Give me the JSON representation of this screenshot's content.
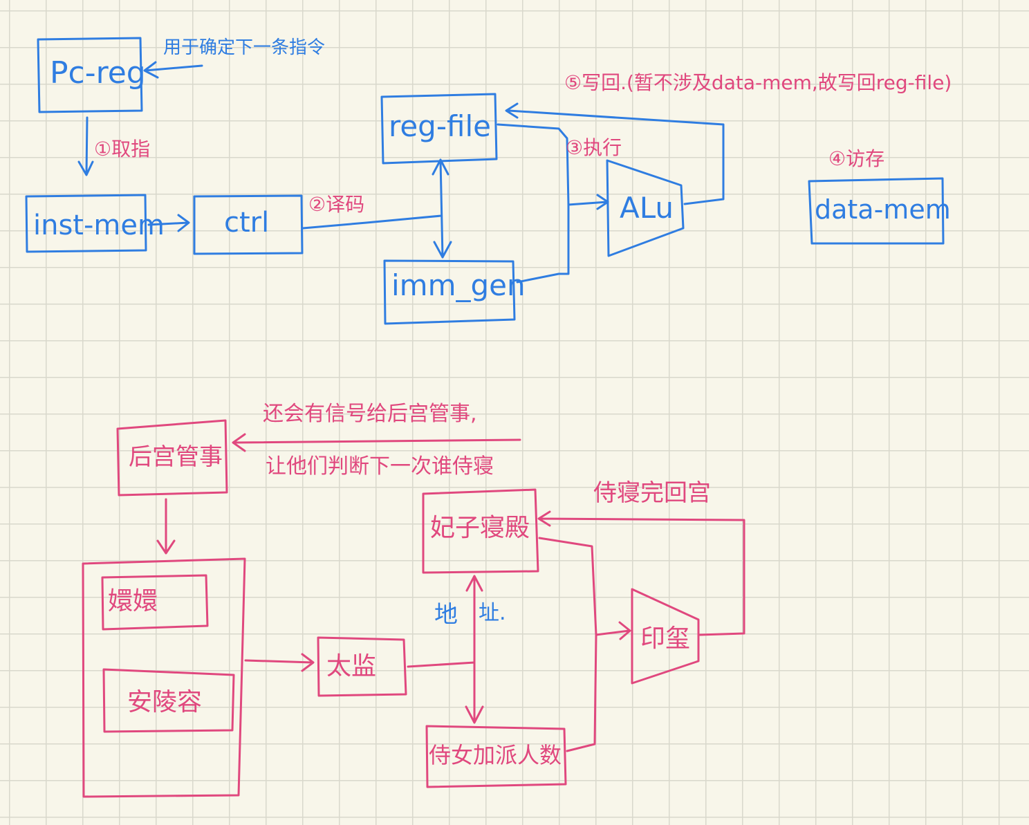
{
  "colors": {
    "blue": "#2f7de1",
    "pink": "#e0487e"
  },
  "top_diagram": {
    "nodes": {
      "pc_reg": "Pc-reg",
      "inst_mem": "inst-mem",
      "ctrl": "ctrl",
      "reg_file": "reg-file",
      "imm_gen": "imm_gen",
      "alu": "ALu",
      "data_mem": "data-mem"
    },
    "notes": {
      "pc_note": "用于确定下一条指令",
      "fetch": "①取指",
      "decode": "②译码",
      "execute": "③执行",
      "memory": "④访存",
      "writeback": "⑤写回.(暂不涉及data-mem,故写回reg-file)"
    }
  },
  "bottom_diagram": {
    "nodes": {
      "gov": "后宫管事",
      "consort_1": "嬛嬛",
      "consort_2": "安陵容",
      "eunuch": "太监",
      "bedchamber": "妃子寝殿",
      "seal": "印玺",
      "wait": "侍女加派人数"
    },
    "notes": {
      "signal_line_1": "还会有信号给后宫管事,",
      "signal_line_2": "让他们判断下一次谁侍寝",
      "return_note": "侍寝完回宫",
      "address_1": "地",
      "address_2": "址."
    }
  }
}
